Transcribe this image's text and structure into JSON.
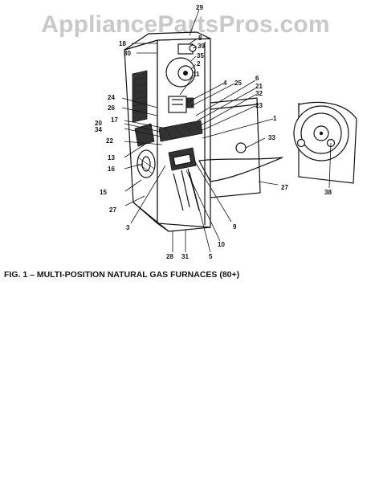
{
  "watermark": "AppliancePartsPros.com",
  "caption": "FIG. 1 – MULTI-POSITION NATURAL GAS FURNACES (80+)",
  "callouts": {
    "c29": "29",
    "c8": "8",
    "c39": "39",
    "c35": "35",
    "c2": "2",
    "c11": "11",
    "c18": "18",
    "c30": "30",
    "c4": "4",
    "c25": "25",
    "c6": "6",
    "c21": "21",
    "c32": "32",
    "c23": "23",
    "c1": "1",
    "c24": "24",
    "c26": "26",
    "c17": "17",
    "c20": "20",
    "c34": "34",
    "c22": "22",
    "c13": "13",
    "c16": "16",
    "c15": "15",
    "c27a": "27",
    "c27b": "27",
    "c3": "3",
    "c33": "33",
    "c9": "9",
    "c10": "10",
    "c5": "5",
    "c28": "28",
    "c31": "31",
    "c38": "38"
  }
}
